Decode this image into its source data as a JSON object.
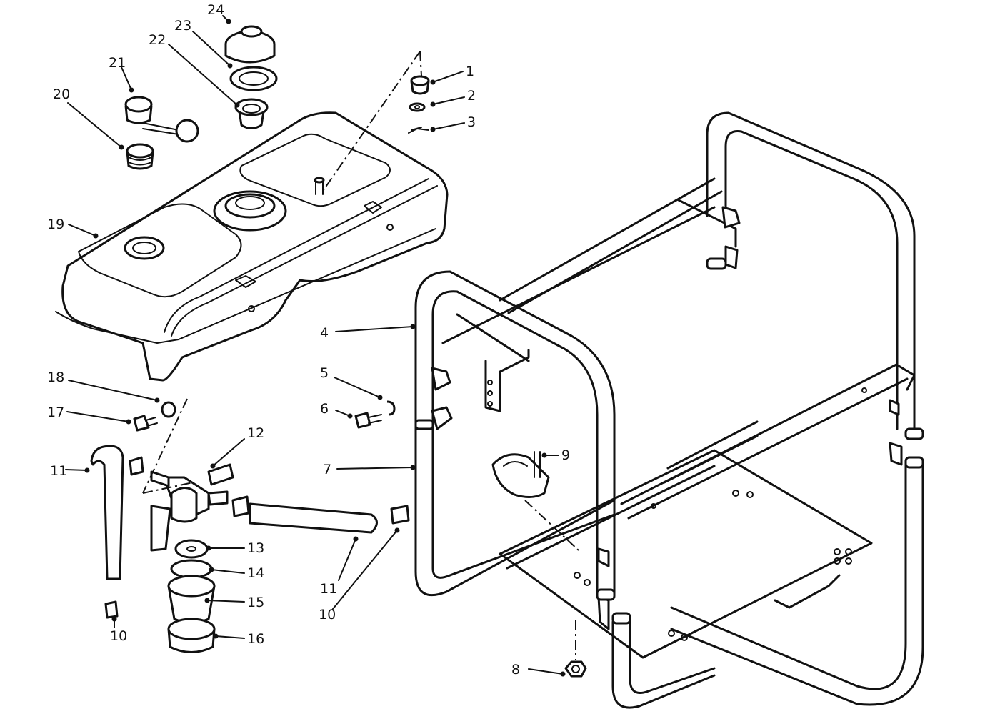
{
  "callouts": [
    "1",
    "2",
    "3",
    "4",
    "5",
    "6",
    "7",
    "8",
    "9",
    "10",
    "10",
    "11",
    "11",
    "12",
    "13",
    "14",
    "15",
    "16",
    "17",
    "18",
    "19",
    "20",
    "21",
    "22",
    "23",
    "24"
  ]
}
